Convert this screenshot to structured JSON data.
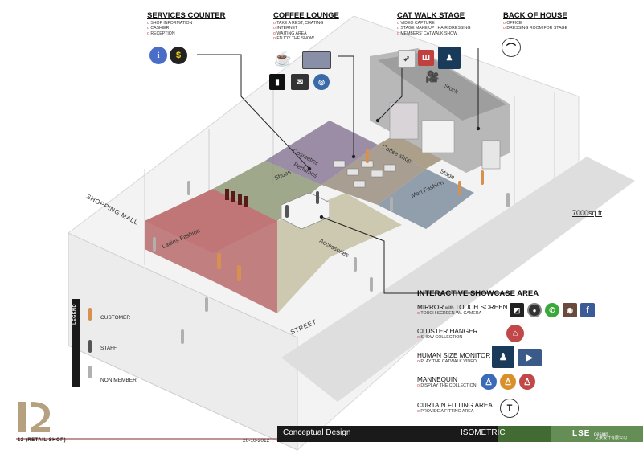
{
  "area": "7000sq.ft",
  "services_counter": {
    "title": "SERVICES COUNTER",
    "items": [
      "SHOP INFORMATION",
      "CASHIER",
      "RECEPTION"
    ]
  },
  "coffee_lounge": {
    "title": "COFFEE LOUNGE",
    "items": [
      "TAKE A REST, CHATING",
      "INTERNET",
      "WAITING AREA",
      "ENJOY THE SHOW"
    ]
  },
  "catwalk_stage": {
    "title": "CAT WALK STAGE",
    "items": [
      "VIDEO CAPTURE",
      "STAGE MAKE UP , HAIR DRESSING",
      "MEMBERS' CATWALK SHOW"
    ]
  },
  "back_of_house": {
    "title": "BACK OF HOUSE",
    "items": [
      "OFFICE",
      "DRESSING ROOM FOR STAGE"
    ]
  },
  "interactive": {
    "title": "INTERACTIVE SHOWCASE AREA",
    "features": [
      {
        "title": "MIRROR",
        "title_small": " with ",
        "title_rest": "TOUCH SCREEN",
        "sub": "TOUCH SCREEN W/. CAMERA"
      },
      {
        "title": "CLUSTER HANGER",
        "title_small": "",
        "title_rest": "",
        "sub": "SHOW COLLECTION"
      },
      {
        "title": "HUMAN SIZE MONITOR",
        "title_small": "",
        "title_rest": "",
        "sub": "PLAY THE CATWALK VIDEO"
      },
      {
        "title": "MANNEQUIN",
        "title_small": "",
        "title_rest": "",
        "sub": "DISPLAY THE COLLECTION"
      },
      {
        "title": "CURTAIN FITTING AREA",
        "title_small": "",
        "title_rest": "",
        "sub": "PROVIDE A FITTING AREA"
      }
    ]
  },
  "zones": {
    "ladies": "Ladies Fashion",
    "shoes": "Shoes",
    "cosmetics": "Cosmetics",
    "perfumes": "Perfumes",
    "coffee_shop": "Coffee shop",
    "stage": "Stage",
    "men": "Men Fashion",
    "accessories": "Accessories",
    "stock": "Stock"
  },
  "context": {
    "mall": "SHOPPING MALL",
    "street": "STREET"
  },
  "legend": {
    "title": "LEGEND",
    "customer": "CUSTOMER",
    "staff": "STAFF",
    "non_member": "NON MEMBER"
  },
  "footer": {
    "project": "12 (RETAIL SHOP)",
    "date": "20-10-2012",
    "stage": "Conceptual Design",
    "view": "ISOMETRIC",
    "company": "LSE",
    "company_small": "design",
    "company_cn": "艾莱设计有限公司"
  },
  "colors": {
    "ladies": "#b96a6a",
    "cosmetics": "#8a7a96",
    "shoes": "#8f9a78",
    "men": "#7f8fa0",
    "coffee": "#9a8e80",
    "stage": "#a09078",
    "accessories": "#c8c4a8",
    "accent": "#c44a4a"
  },
  "icons": [
    "info-icon",
    "dollar-icon",
    "coffee-cup-icon",
    "laptop-icon",
    "reader-icon",
    "chat-icon",
    "wifi-icon",
    "hairdryer-icon",
    "comb-icon",
    "catwalk-video-icon",
    "movie-camera-icon",
    "hanger-icon",
    "camera-app-icon",
    "lens-icon",
    "whatsapp-icon",
    "instagram-icon",
    "facebook-icon",
    "tshirt-icon",
    "mannequin-icon"
  ]
}
